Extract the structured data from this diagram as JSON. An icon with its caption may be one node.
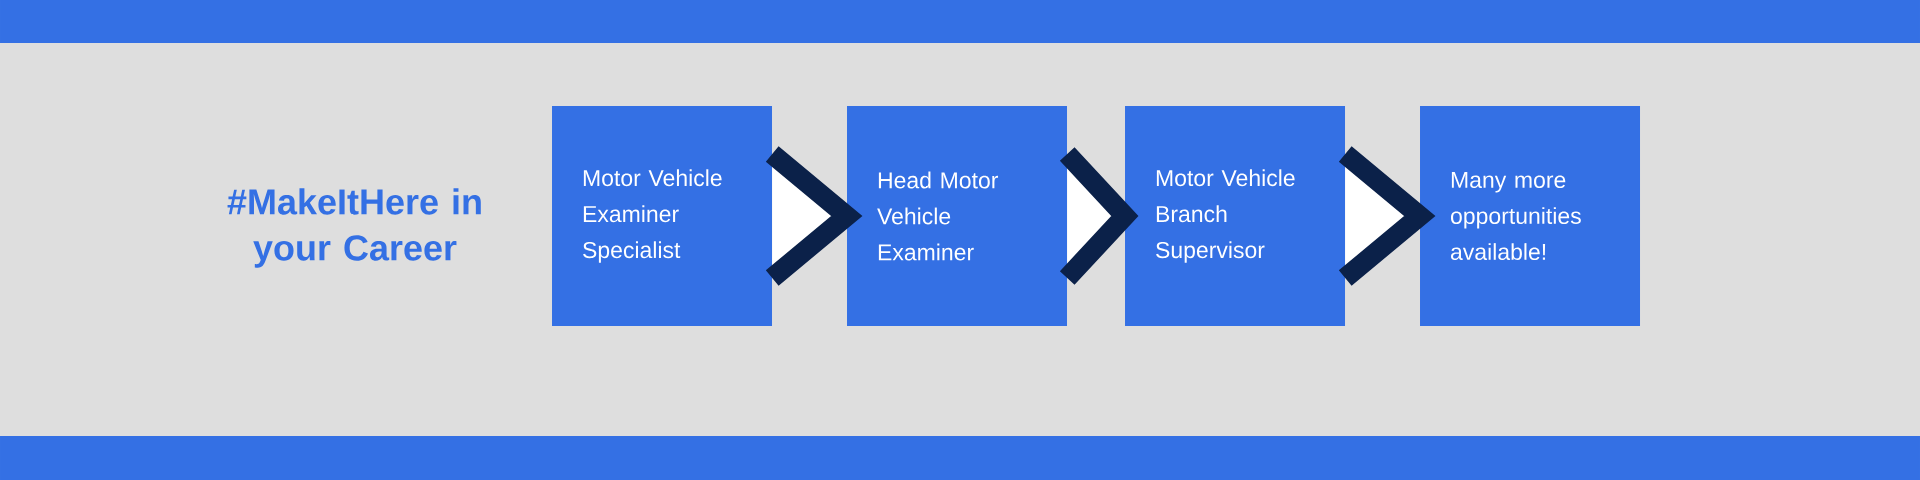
{
  "diagram": {
    "title": "#MakeItHere in your Career",
    "nodes": [
      {
        "text": [
          "Motor Vehicle Examiner Specialist"
        ]
      },
      {
        "text": [
          "Head Motor Vehicle Examiner"
        ]
      },
      {
        "text": [
          "Motor Vehicle Branch Supervisor"
        ]
      },
      {
        "text": [
          "Many more opportunities available!"
        ]
      }
    ],
    "edges": [
      {
        "from": 0,
        "to": 1,
        "arrow": "to"
      },
      {
        "from": 1,
        "to": 2,
        "arrow": "to"
      },
      {
        "from": 2,
        "to": 3,
        "arrow": "to"
      }
    ]
  }
}
